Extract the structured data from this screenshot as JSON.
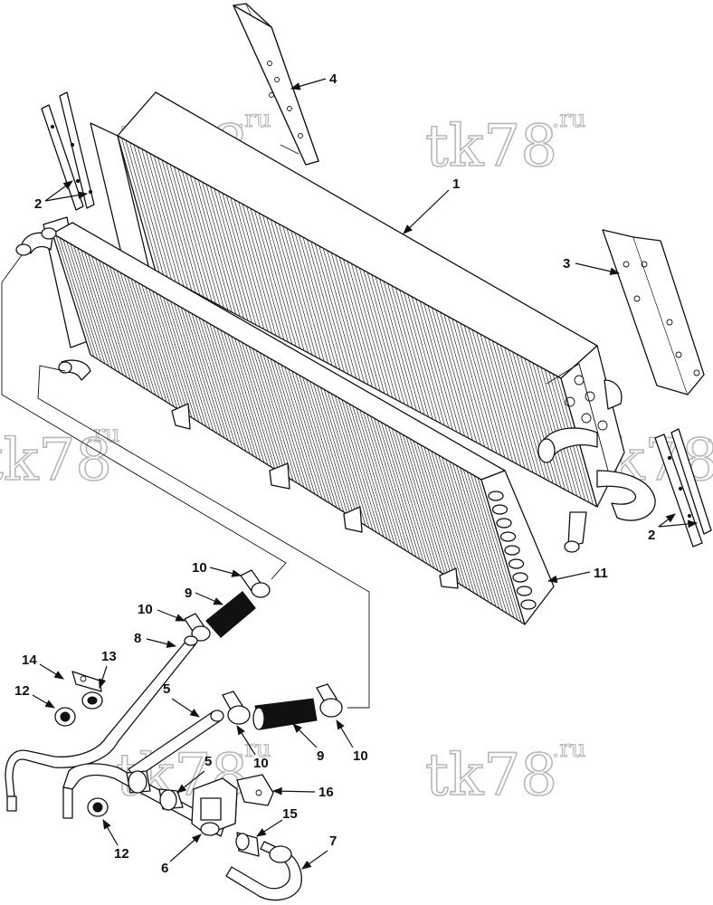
{
  "watermarks": [
    {
      "main": "tk78",
      "sup": ".ru"
    },
    {
      "main": "tk78",
      "sup": ".ru"
    },
    {
      "main": "tk78",
      "sup": ".ru"
    },
    {
      "main": "tk78",
      "sup": ".ru"
    },
    {
      "main": "tk78",
      "sup": ".ru"
    },
    {
      "main": "tk78",
      "sup": ".ru"
    },
    {
      "main": "tk78",
      "sup": ".ru"
    }
  ],
  "callouts": {
    "c1": "1",
    "c2a": "2",
    "c2b": "2",
    "c3": "3",
    "c4": "4",
    "c5a": "5",
    "c5b": "5",
    "c6": "6",
    "c7": "7",
    "c8": "8",
    "c9a": "9",
    "c9b": "9",
    "c10a": "10",
    "c10b": "10",
    "c10c": "10",
    "c10d": "10",
    "c11": "11",
    "c12a": "12",
    "c12b": "12",
    "c13": "13",
    "c14": "14",
    "c15": "15",
    "c16": "16"
  }
}
